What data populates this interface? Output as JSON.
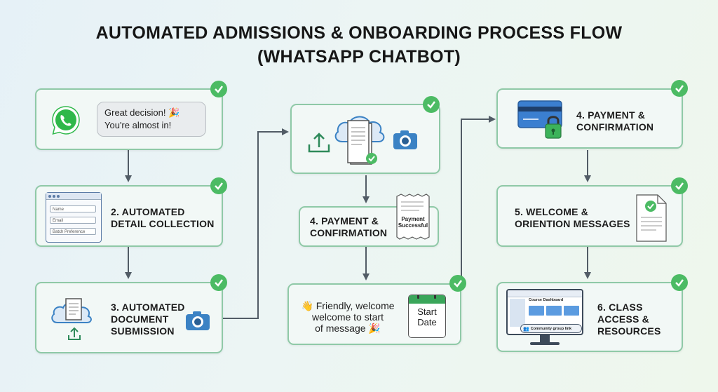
{
  "title": {
    "line1": "AUTOMATED ADMISSIONS & ONBOARDING PROCESS FLOW",
    "line2": "(WHATSAPP CHATBOT)"
  },
  "steps": {
    "greeting": {
      "bubble_line1": "Great decision! 🎉",
      "bubble_line2": "You're almost in!"
    },
    "detail": {
      "label_line1": "2. AUTOMATED",
      "label_line2": "DETAIL COLLECTION",
      "fields": [
        "Name",
        "Email",
        "Batch Preference"
      ]
    },
    "document": {
      "label_line1": "3. AUTOMATED",
      "label_line2": "DOCUMENT",
      "label_line3": "SUBMISSION"
    },
    "upload": {},
    "payment_mid": {
      "label_line1": "4. PAYMENT &",
      "label_line2": "CONFIRMATION",
      "receipt_line1": "Payment",
      "receipt_line2": "Successful"
    },
    "welcome_mid": {
      "text_line1": "👋 Friendly, welcome",
      "text_line2": "welcome to start",
      "text_line3": "of message 🎉",
      "calendar_line1": "Start",
      "calendar_line2": "Date"
    },
    "payment_right": {
      "label_line1": "4. PAYMENT &",
      "label_line2": "CONFIRMATION"
    },
    "welcome_right": {
      "label_line1": "5. WELCOME &",
      "label_line2": "ORIENTION MESSAGES"
    },
    "class_access": {
      "label_line1": "6. CLASS",
      "label_line2": "ACCESS &",
      "label_line3": "RESOURCES",
      "dashboard_title": "Course Dashboard",
      "community_link": "Community group link"
    }
  },
  "colors": {
    "check": "#4cbb64",
    "border": "#8fc9a7",
    "arrow": "#525c66",
    "cloud": "#3b82c4"
  },
  "icons": [
    "whatsapp-icon",
    "check-icon",
    "cloud-upload-icon",
    "camera-icon",
    "lock-card-icon",
    "calendar-icon",
    "receipt-icon",
    "monitor-icon"
  ]
}
